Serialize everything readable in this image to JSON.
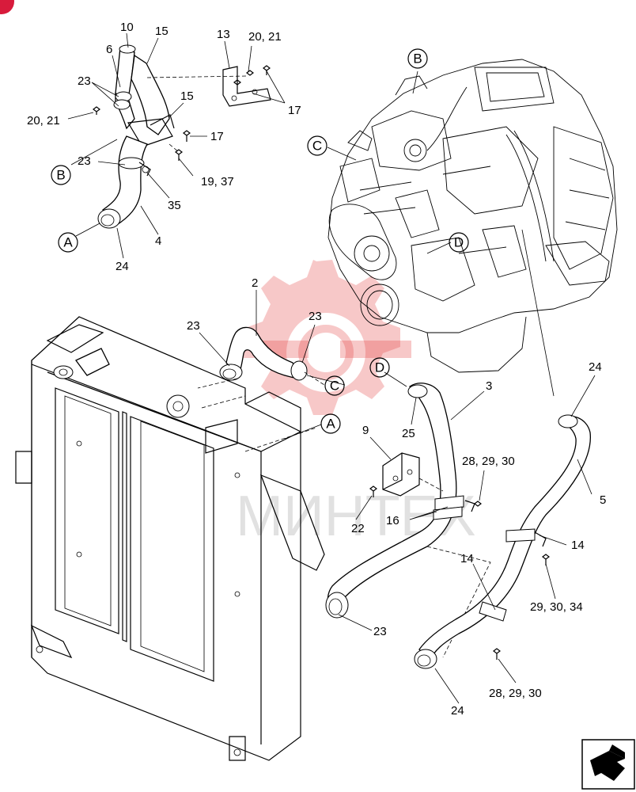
{
  "diagram": {
    "part_labels": {
      "p10": "10",
      "p15a": "15",
      "p6": "6",
      "p13": "13",
      "p2021a": "20, 21",
      "p23a": "23",
      "p15b": "15",
      "p17a": "17",
      "p2021b": "20, 21",
      "p17b": "17",
      "p23b": "23",
      "p1937": "19, 37",
      "p35": "35",
      "p4": "4",
      "p24a": "24",
      "p2": "2",
      "p23c": "23",
      "p23d": "23",
      "p3": "3",
      "p25": "25",
      "p9": "9",
      "p282930a": "28, 29, 30",
      "p22": "22",
      "p16": "16",
      "p24b": "24",
      "p5": "5",
      "p14a": "14",
      "p14b": "14",
      "p293034": "29, 30, 34",
      "p23e": "23",
      "p282930b": "28, 29, 30",
      "p24c": "24"
    },
    "reference_markers": {
      "B_engine": "B",
      "C_engine": "C",
      "D_engine": "D",
      "B_left": "B",
      "A_left": "A",
      "C_hose": "C",
      "A_radiator": "A",
      "D_hose": "D"
    },
    "watermark_text": "MИНТЕХ",
    "nav_icon": "next-page-arrow-icon",
    "corner_badge_color": "#d81b3c",
    "watermark_color": "#e23a3a"
  }
}
